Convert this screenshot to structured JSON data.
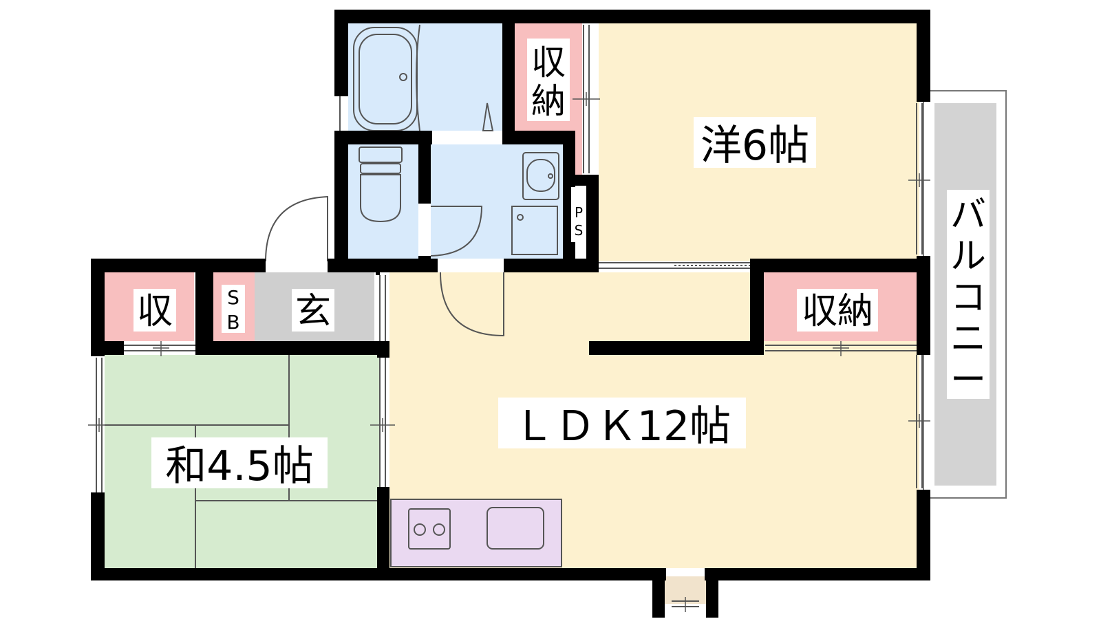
{
  "colors": {
    "wall": "#000000",
    "western_room": "#fdf1cf",
    "ldk": "#fdf1cf",
    "japanese_room": "#d6ebcf",
    "storage": "#f8bfbf",
    "entrance": "#cfcfcf",
    "wet_area": "#d8eafb",
    "kitchen": "#ead9f1",
    "balcony": "#d3d3d3",
    "fixture_line": "#555555"
  },
  "rooms": {
    "western": "洋6帖",
    "ldk": "ＬＤＫ12帖",
    "japanese": "和4.5帖",
    "storage_top_line1": "収",
    "storage_top_line2": "納",
    "storage_right": "収納",
    "storage_left": "収",
    "shoe_box_line1": "S",
    "shoe_box_line2": "B",
    "entrance": "玄",
    "pipe_space_line1": "P",
    "pipe_space_line2": "S",
    "balcony_chars": [
      "バ",
      "ル",
      "コ",
      "ニ",
      "ー"
    ]
  }
}
